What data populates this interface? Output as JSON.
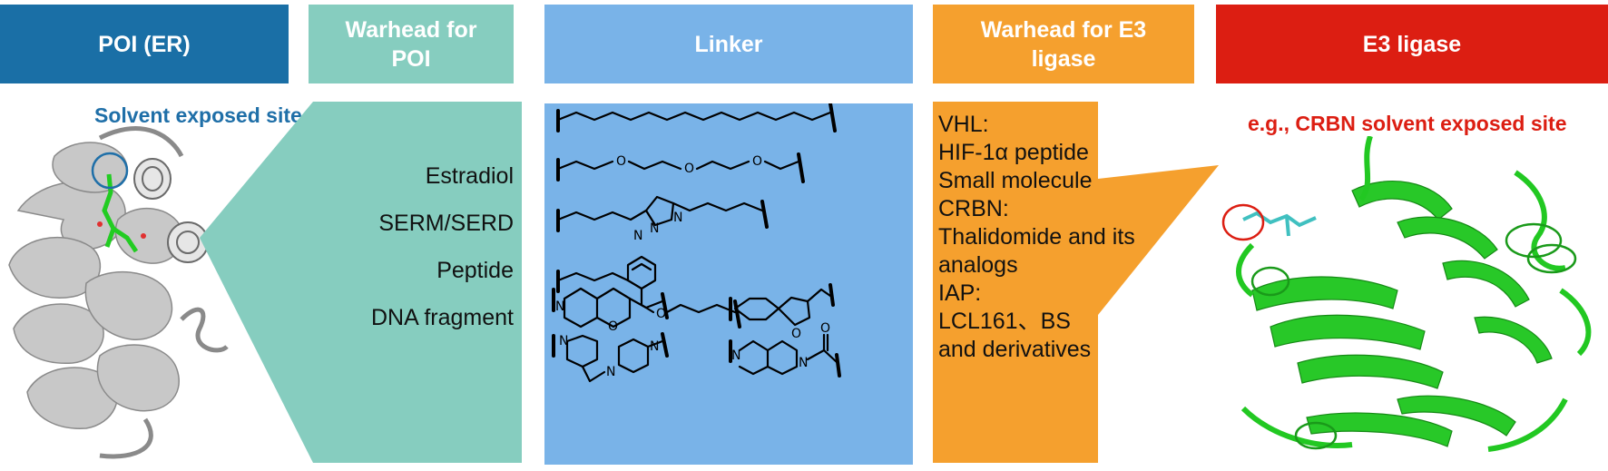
{
  "headers": {
    "poi": "POI (ER)",
    "warhead_poi": "Warhead for POI",
    "linker": "Linker",
    "warhead_e3": "Warhead for E3 ligase",
    "e3_ligase": "E3 ligase"
  },
  "poi_label": "Solvent exposed site",
  "warhead_poi_items": [
    "Estradiol",
    "SERM/SERD",
    "Peptide",
    "DNA fragment"
  ],
  "warhead_e3_lines": [
    "VHL:",
    "HIF-1α peptide",
    "Small molecule",
    "CRBN:",
    "Thalidomide and its",
    "analogs",
    "IAP:",
    "LCL161、BS",
    "and derivatives"
  ],
  "e3_label": "e.g., CRBN solvent exposed site",
  "linker_atoms": {
    "oxygen": "O",
    "nitrogen": "N"
  },
  "colors": {
    "poi_header": "#1a6fa6",
    "warhead_poi": "#86cdbf",
    "linker": "#79b3e8",
    "warhead_e3": "#f5a02e",
    "e3_header": "#dc1e12",
    "protein_grey": "#bfbfbf",
    "protein_green": "#22cc22"
  }
}
